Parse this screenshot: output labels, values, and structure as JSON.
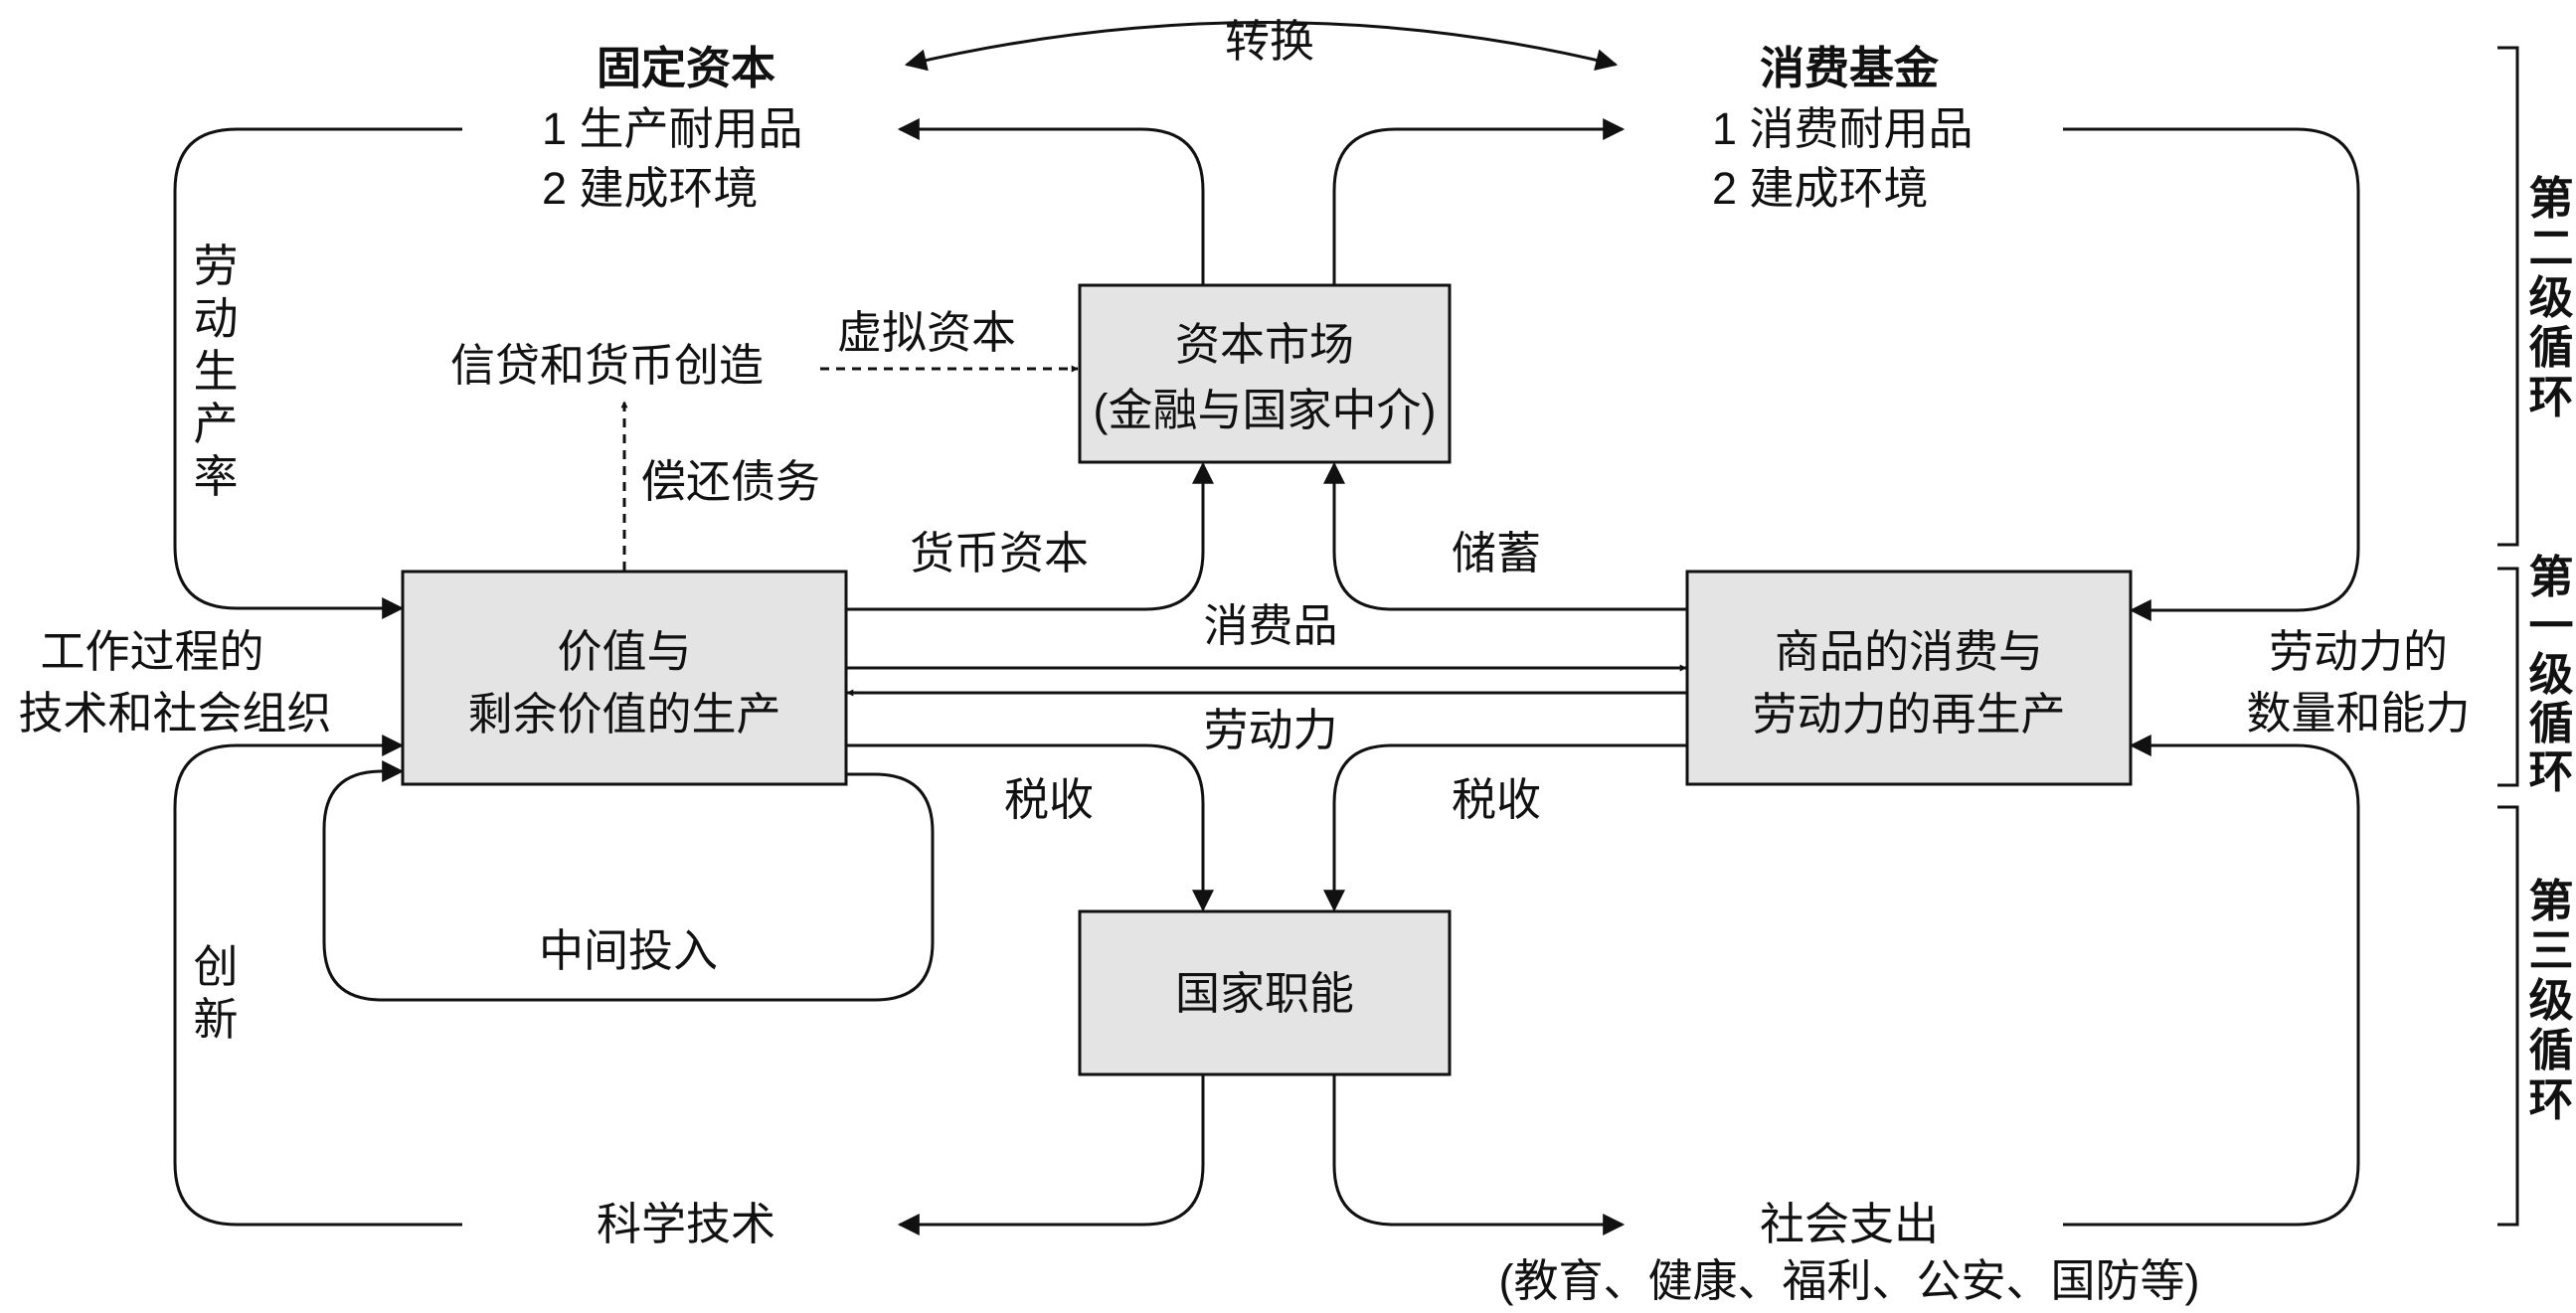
{
  "boxes": {
    "capital_market": {
      "line1": "资本市场",
      "line2": "(金融与国家中介)"
    },
    "value_production": {
      "line1": "价值与",
      "line2": "剩余价值的生产"
    },
    "consumption": {
      "line1": "商品的消费与",
      "line2": "劳动力的再生产"
    },
    "state": {
      "line1": "国家职能"
    }
  },
  "top_left": {
    "title": "固定资本",
    "item1": "1 生产耐用品",
    "item2": "2 建成环境"
  },
  "top_right": {
    "title": "消费基金",
    "item1": "1 消费耐用品",
    "item2": "2 建成环境"
  },
  "labels": {
    "conversion": "转换",
    "labor_productivity": [
      "劳",
      "动",
      "生",
      "产",
      "率"
    ],
    "credit": "信贷和货币创造",
    "fictitious_capital": "虚拟资本",
    "debt_repayment": "偿还债务",
    "money_capital": "货币资本",
    "savings": "储蓄",
    "consumer_goods": "消费品",
    "labor_power": "劳动力",
    "work_process_1": "工作过程的",
    "work_process_2": "技术和社会组织",
    "labor_quantity_1": "劳动力的",
    "labor_quantity_2": "数量和能力",
    "tax_left": "税收",
    "tax_right": "税收",
    "intermediate_inputs": "中间投入",
    "innovation": [
      "创",
      "新"
    ],
    "science_technology": "科学技术",
    "social_expenditure": "社会支出",
    "social_expenditure_detail": "(教育、健康、福利、公安、国防等)"
  },
  "circuits": {
    "second": [
      "第",
      "二",
      "级",
      "循",
      "环"
    ],
    "first": [
      "第",
      "一",
      "级",
      "循",
      "环"
    ],
    "third": [
      "第",
      "三",
      "级",
      "循",
      "环"
    ]
  }
}
